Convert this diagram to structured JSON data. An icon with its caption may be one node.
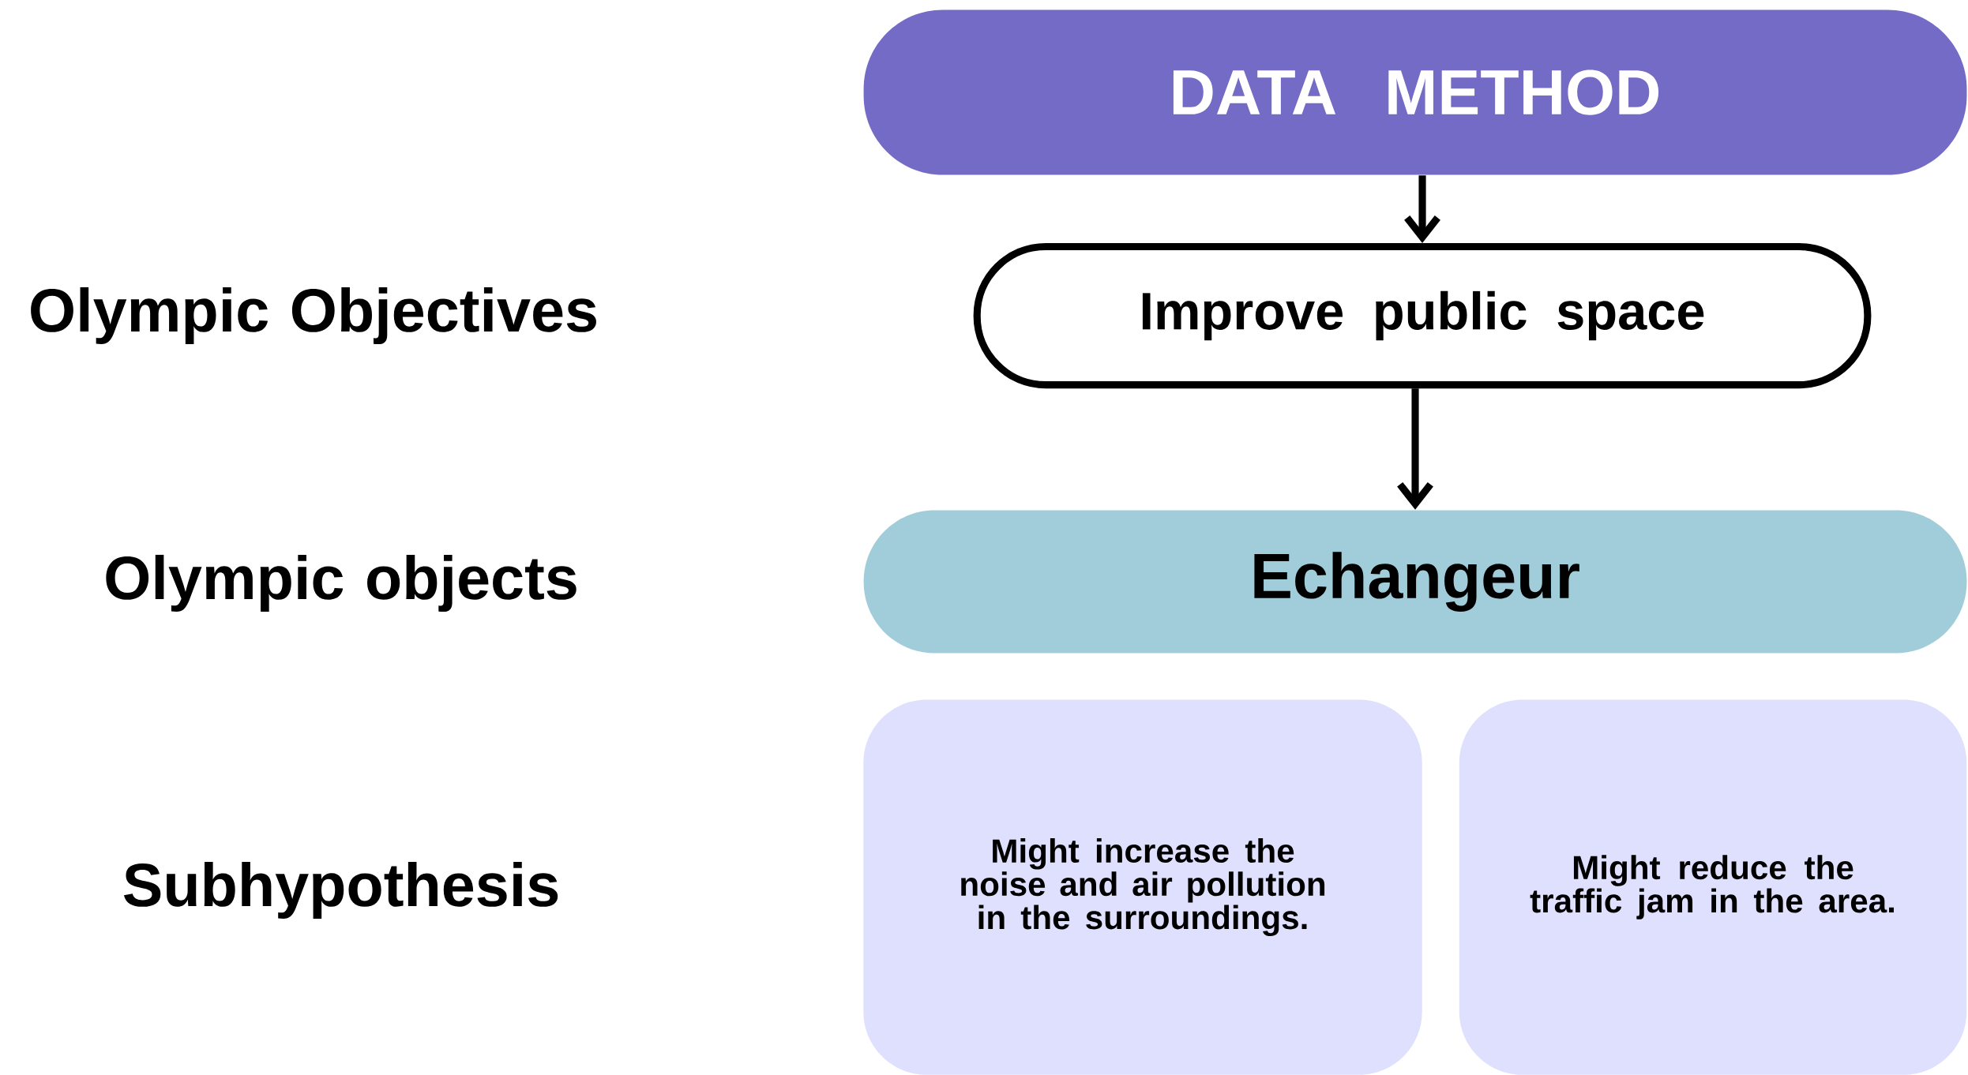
{
  "diagram": {
    "nodes": [
      {
        "text": [
          "DATA METHOD"
        ]
      },
      {
        "text": [
          "Improve public space"
        ]
      },
      {
        "text": [
          "Echangeur"
        ]
      },
      {
        "text": [
          "Might increase the noise and air pollution in the surroundings."
        ]
      },
      {
        "text": [
          "Might reduce the traffic jam in the area."
        ]
      }
    ],
    "edges": [
      {
        "from": 0,
        "to": 1,
        "arrow": "to"
      },
      {
        "from": 1,
        "to": 2,
        "arrow": "to"
      }
    ],
    "labels": [
      "Olympic Objectives",
      "Olympic objects",
      "Subhypothesis"
    ]
  }
}
